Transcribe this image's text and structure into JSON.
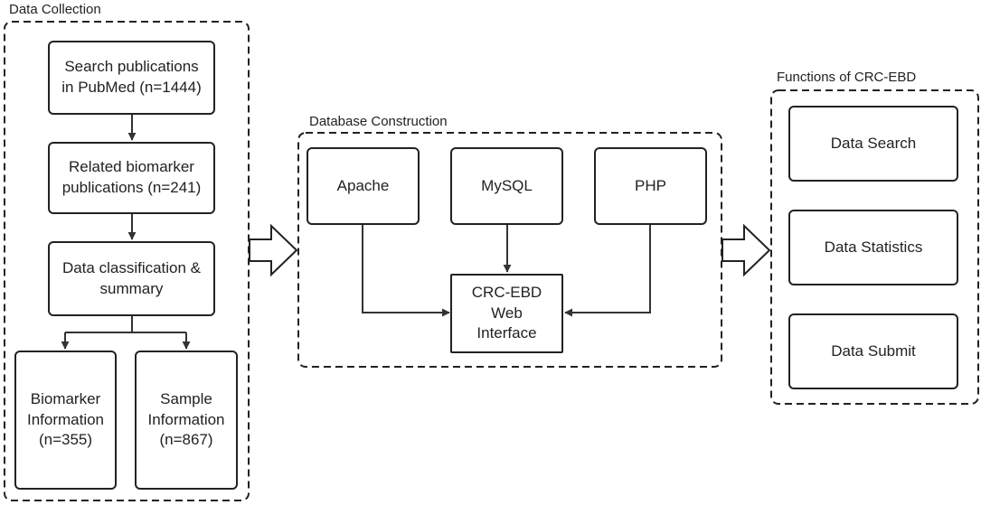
{
  "sections": {
    "data_collection": {
      "title": "Data Collection",
      "search": "Search publications\nin PubMed (n=1444)",
      "related": "Related biomarker\npublications (n=241)",
      "classification": "Data classification &\nsummary",
      "biomarker": "Biomarker\nInformation\n(n=355)",
      "sample": "Sample\nInformation\n(n=867)"
    },
    "database_construction": {
      "title": "Database Construction",
      "apache": "Apache",
      "mysql": "MySQL",
      "php": "PHP",
      "interface": "CRC-EBD\nWeb\nInterface"
    },
    "functions": {
      "title": "Functions of CRC-EBD",
      "search": "Data Search",
      "statistics": "Data Statistics",
      "submit": "Data Submit"
    }
  }
}
